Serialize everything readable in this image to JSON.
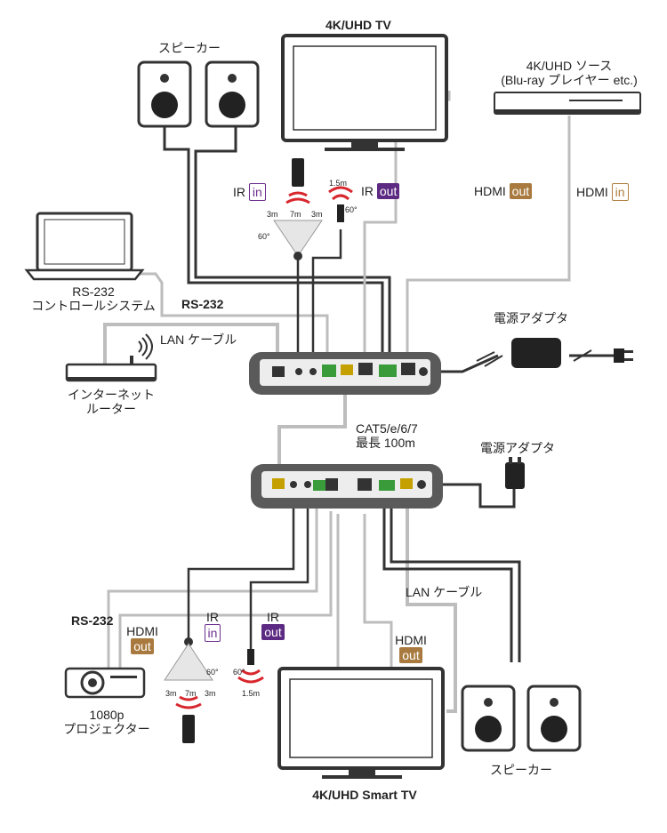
{
  "labels": {
    "tv_top": "4K/UHD TV",
    "speaker_top": "スピーカー",
    "source_line1": "4K/UHD ソース",
    "source_line2": "(Blu-ray プレイヤー etc.)",
    "ir_label": "IR",
    "in_tag": "in",
    "out_tag": "out",
    "hdmi_label": "HDMI",
    "rs232_system_line1": "RS-232",
    "rs232_system_line2": "コントロールシステム",
    "rs232_cable": "RS-232",
    "lan_cable": "LAN ケーブル",
    "router_line1": "インターネット",
    "router_line2": "ルーター",
    "power_adapter": "電源アダプタ",
    "cat_line1": "CAT5/e/6/7",
    "cat_line2": "最長 100m",
    "projector_line1": "1080p",
    "projector_line2": "プロジェクター",
    "tv_bottom": "4K/UHD Smart TV",
    "speaker_bottom": "スピーカー",
    "ir_dist_3m": "3m",
    "ir_dist_7m": "7m",
    "ir_angle": "60°",
    "ir_out_dist": "1.5m"
  },
  "colors": {
    "device_body": "#5a5a5a",
    "device_face": "#ededed",
    "cable_dark": "#333333",
    "cable_light": "#bdbdbd",
    "ir_in": "#6b2f8e",
    "ir_out": "#5c2a82",
    "hdmi": "#a97a3f",
    "ir_wave": "#d8262d",
    "terminal_green": "#3a9b3a"
  }
}
